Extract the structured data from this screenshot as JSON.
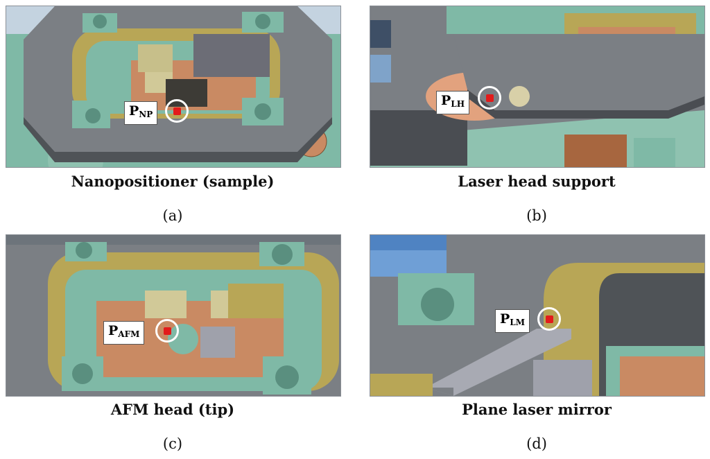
{
  "panels": [
    {
      "id": "a",
      "caption": "Nanopositioner (sample)",
      "label": "a",
      "point_main": "P",
      "point_sub": "NP"
    },
    {
      "id": "b",
      "caption": "Laser head support",
      "label": "b",
      "point_main": "P",
      "point_sub": "LH"
    },
    {
      "id": "c",
      "caption": "AFM head (tip)",
      "label": "c",
      "point_main": "P",
      "point_sub": "AFM"
    },
    {
      "id": "d",
      "caption": "Plane laser mirror",
      "label": "d",
      "point_main": "P",
      "point_sub": "LM"
    }
  ],
  "colors": {
    "plate": "#777b80",
    "plate_edge": "#4a4d52",
    "teal": "#7fb9a6",
    "copper": "#c98a63",
    "gold": "#b8a656",
    "sky": "#6f9fd6",
    "marker": "#e31b1b"
  }
}
